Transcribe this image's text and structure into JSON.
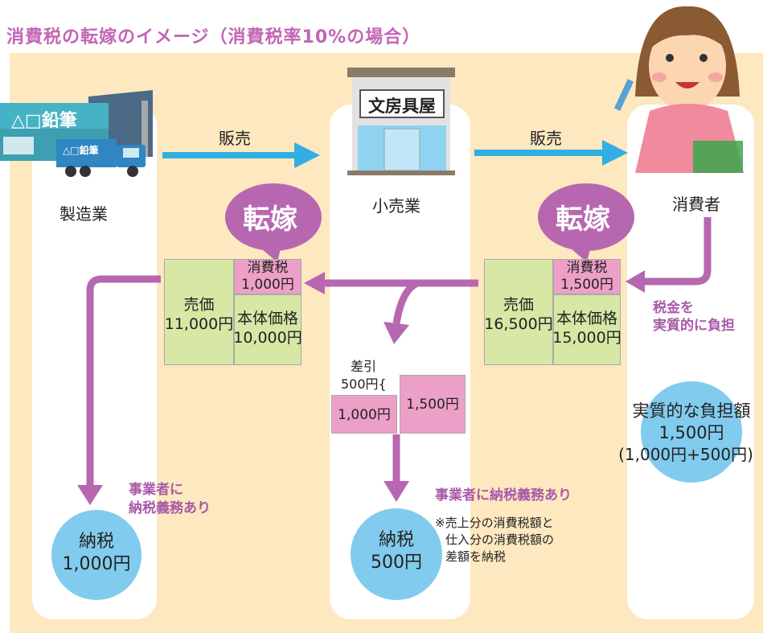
{
  "title": "消費税の転嫁のイメージ（消費税率10%の場合）",
  "colors": {
    "background": "#fde8c0",
    "column": "#ffffff",
    "purple": "#b767b0",
    "arrow_blue": "#31aee4",
    "price_green": "#d7e7a4",
    "tax_pink": "#eda0c7",
    "circle": "#81cbee"
  },
  "factory": {
    "sign": "△□鉛筆",
    "truck_sign": "△□鉛筆",
    "label": "製造業"
  },
  "shop": {
    "sign": "文房具屋",
    "label": "小売業"
  },
  "consumer": {
    "label": "消費者"
  },
  "sales_label_1": "販売",
  "sales_label_2": "販売",
  "pass_on_1": "転嫁",
  "pass_on_2": "転嫁",
  "price_box_1": {
    "sale_label": "売価",
    "sale_amount": "11,000円",
    "tax_label": "消費税",
    "tax_amount": "1,000円",
    "base_label": "本体価格",
    "base_amount": "10,000円"
  },
  "price_box_2": {
    "sale_label": "売価",
    "sale_amount": "16,500円",
    "tax_label": "消費税",
    "tax_amount": "1,500円",
    "base_label": "本体価格",
    "base_amount": "15,000円"
  },
  "difference": {
    "label": "差引",
    "amount": "500円{",
    "box_left": "1,000円",
    "box_right": "1,500円"
  },
  "tax_burden_note": {
    "line1": "税金を",
    "line2": "実質的に負担"
  },
  "burden_circle": {
    "line1": "実質的な負担額",
    "line2": "1,500円",
    "line3": "(1,000円+500円)"
  },
  "obligation_1": {
    "line1": "事業者に",
    "line2": "納税義務あり"
  },
  "obligation_2": "事業者に納税義務あり",
  "note": {
    "line1": "※売上分の消費税額と",
    "line2": "仕入分の消費税額の",
    "line3": "差額を納税"
  },
  "payment_1": {
    "line1": "納税",
    "line2": "1,000円"
  },
  "payment_2": {
    "line1": "納税",
    "line2": "500円"
  }
}
